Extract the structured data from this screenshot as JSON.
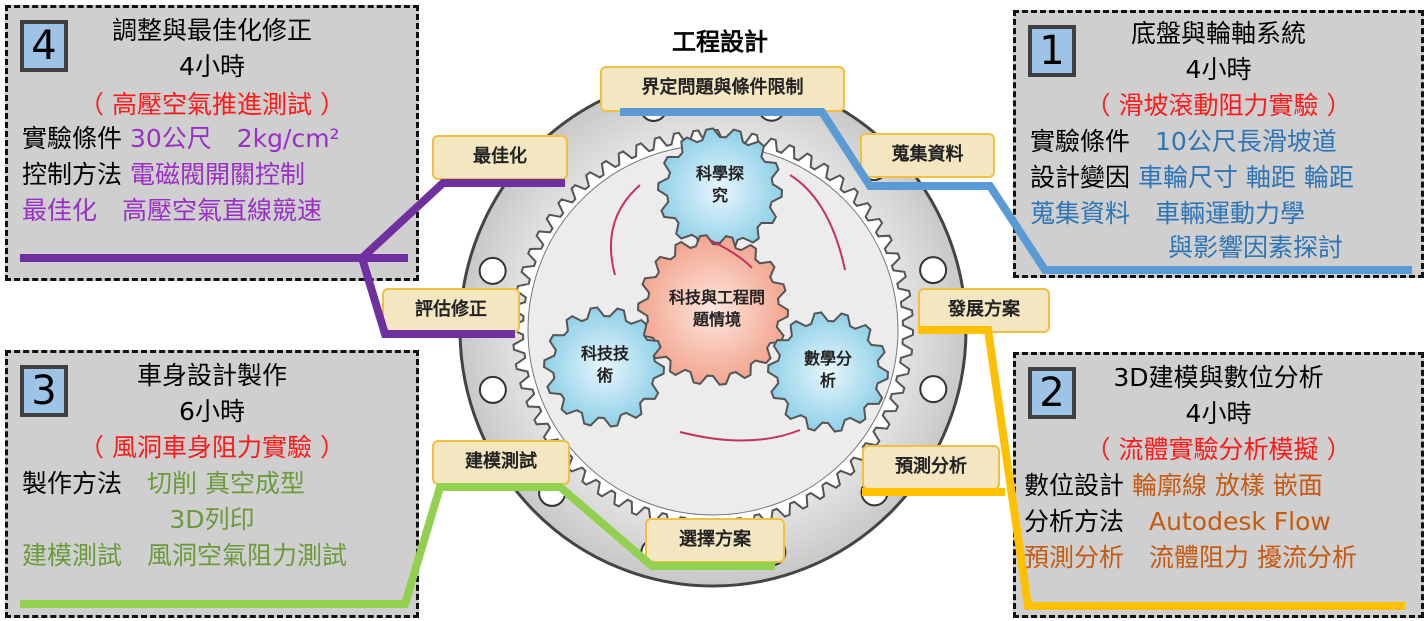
{
  "title": "工程設計",
  "center": {
    "core": "科技與工程問題情境",
    "science": "科學探究",
    "tech": "科技技術",
    "math": "數學分析"
  },
  "stages": [
    "界定問題與條件限制",
    "蒐集資料",
    "發展方案",
    "預測分析",
    "選擇方案",
    "建模測試",
    "評估修正",
    "最佳化"
  ],
  "box1": {
    "num": "1",
    "title": "底盤與輪軸系統",
    "hours": "4小時",
    "exp": "（ 滑坡滾動阻力實驗 ）",
    "r1k": "實驗條件",
    "r1v": "10公尺長滑坡道",
    "r2k": "設計變因",
    "r2v": "車輪尺寸 軸距 輪距",
    "r3": "蒐集資料　車輛運動力學",
    "r4": "與影響因素探討"
  },
  "box2": {
    "num": "2",
    "title": "3D建模與數位分析",
    "hours": "4小時",
    "exp": "（ 流體實驗分析模擬 ）",
    "r1k": "數位設計",
    "r1v": "輪廓線 放樣 嵌面",
    "r2k": "分析方法",
    "r2v": "Autodesk Flow",
    "r3": "預測分析　流體阻力 擾流分析"
  },
  "box3": {
    "num": "3",
    "title": "車身設計製作",
    "hours": "6小時",
    "exp": "（ 風洞車身阻力實驗 ）",
    "r1k": "製作方法",
    "r1v": "切削 真空成型",
    "r2": "3D列印",
    "r3": "建模測試　風洞空氣阻力測試"
  },
  "box4": {
    "num": "4",
    "title": "調整與最佳化修正",
    "hours": "4小時",
    "exp": "（ 高壓空氣推進測試 ）",
    "r1k": "實驗條件",
    "r1v": "30公尺　2kg/cm²",
    "r2k": "控制方法",
    "r2v": "電磁閥開關控制",
    "r3": "最佳化　高壓空氣直線競速"
  },
  "colors": {
    "blue": "#5b9bd5",
    "purple": "#7030a0",
    "yellow": "#ffc000",
    "green": "#92d050"
  }
}
